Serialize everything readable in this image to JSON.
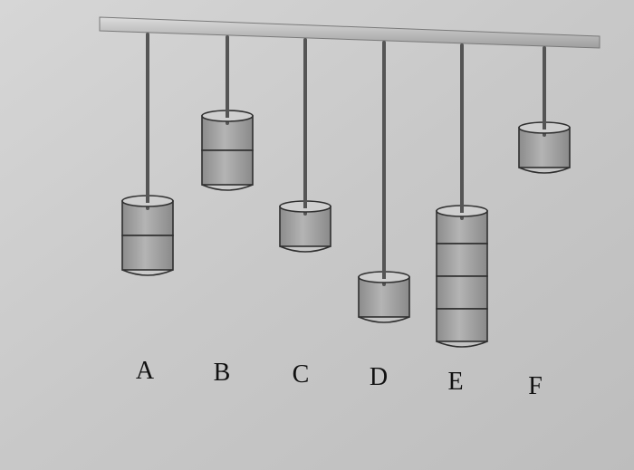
{
  "diagram": {
    "pendulums": [
      {
        "label": "A",
        "masses": 2
      },
      {
        "label": "B",
        "masses": 2
      },
      {
        "label": "C",
        "masses": 1
      },
      {
        "label": "D",
        "masses": 1
      },
      {
        "label": "E",
        "masses": 4
      },
      {
        "label": "F",
        "masses": 1
      }
    ]
  },
  "colors": {
    "background": "#c9c9c9",
    "bar": "#c4c4c4",
    "string": "#555555",
    "mass_fill": "#a9a9a9",
    "mass_edge": "#2f2f2f",
    "label": "#111111"
  }
}
